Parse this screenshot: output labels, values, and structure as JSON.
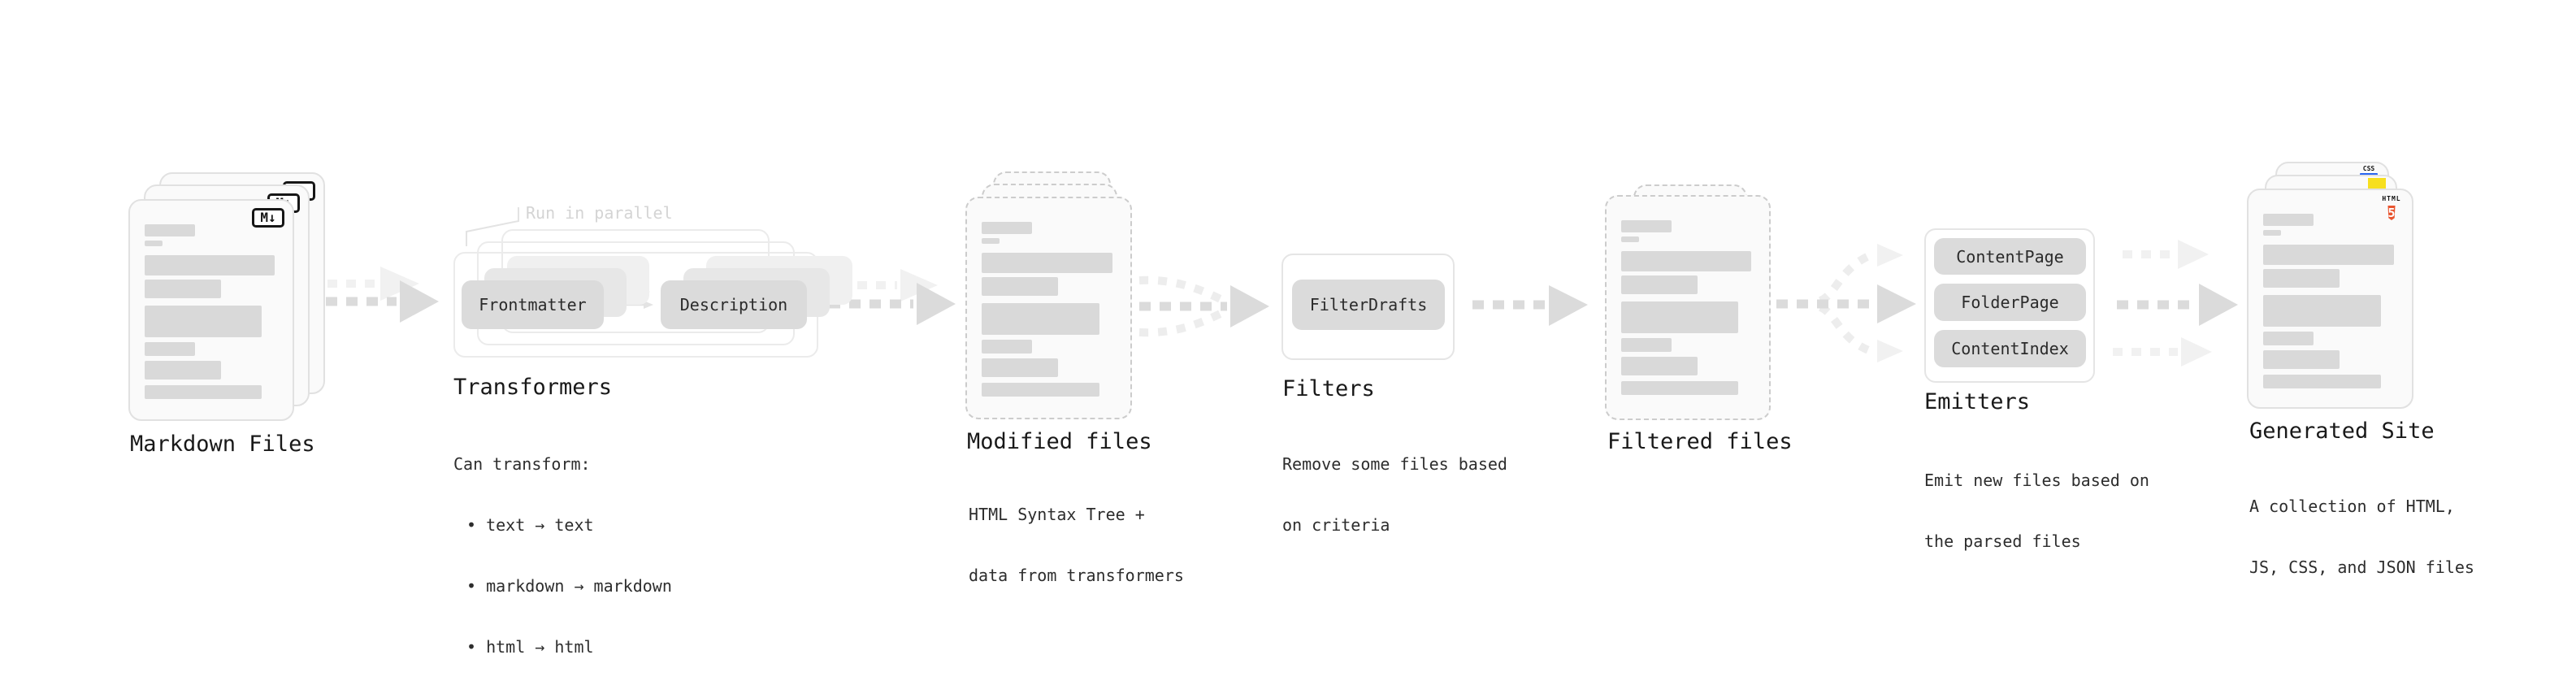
{
  "diagram": {
    "nodes": {
      "markdown_files": {
        "title": "Markdown Files",
        "badge": "M↓"
      },
      "transformers": {
        "title": "Transformers",
        "annotation": "Run in parallel",
        "boxes": [
          "Frontmatter",
          "Description"
        ],
        "desc_heading": "Can transform:",
        "bullets": [
          "• text → text",
          "• markdown → markdown",
          "• html → html"
        ]
      },
      "modified_files": {
        "title": "Modified files",
        "desc_lines": [
          "HTML Syntax Tree +",
          "data from transformers"
        ]
      },
      "filters": {
        "title": "Filters",
        "boxes": [
          "FilterDrafts"
        ],
        "desc_lines": [
          "Remove some files based",
          "on criteria"
        ]
      },
      "filtered_files": {
        "title": "Filtered files"
      },
      "emitters": {
        "title": "Emitters",
        "boxes": [
          "ContentPage",
          "FolderPage",
          "ContentIndex"
        ],
        "desc_lines": [
          "Emit new files based on",
          "the parsed files"
        ]
      },
      "generated_site": {
        "title": "Generated Site",
        "desc_lines": [
          "A collection of HTML,",
          "JS, CSS, and JSON files"
        ],
        "badges": {
          "css": "CSS",
          "html5_top": "HTML",
          "html5_number": "5"
        }
      }
    },
    "icons": {
      "markdown_badge": "markdown-icon",
      "css_badge": "css-icon",
      "js_badge": "js-icon",
      "html5_badge": "html5-icon"
    },
    "colors": {
      "card_fill": "#fafafa",
      "card_border": "#e1e1e1",
      "dashed_border": "#cccccc",
      "content_bar": "#d9d9d9",
      "box_fill": "#dbdbdb",
      "arrow_dark": "#dbdbdb",
      "arrow_light": "#f1f1f1",
      "annotation_gray": "#d4d4d4",
      "css_blue": "#2965F1",
      "js_yellow": "#F7DF1E",
      "html5_orange": "#E8542F"
    }
  }
}
